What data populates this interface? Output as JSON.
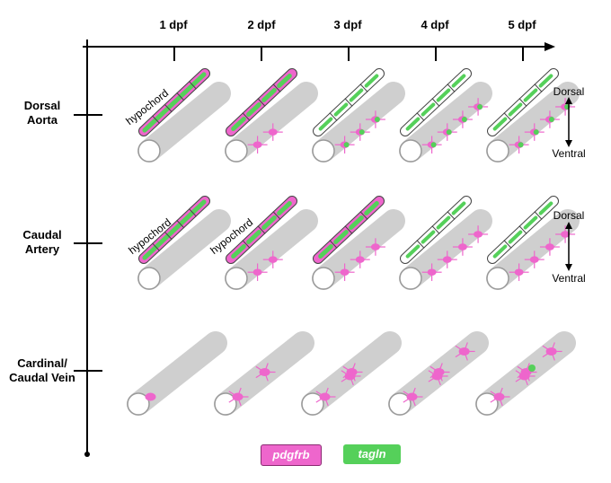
{
  "columns": [
    "1 dpf",
    "2 dpf",
    "3 dpf",
    "4 dpf",
    "5 dpf"
  ],
  "rows": [
    {
      "label": "Dorsal\nAorta"
    },
    {
      "label": "Caudal\nArtery"
    },
    {
      "label": "Cardinal/\nCaudal Vein"
    }
  ],
  "orientation": {
    "top": "Dorsal",
    "bottom": "Ventral"
  },
  "annotations": {
    "hypochord": "hypochord"
  },
  "legend": [
    {
      "label": "pdgfrb",
      "color": "#ee66cc"
    },
    {
      "label": "tagln",
      "color": "#55d05a"
    }
  ],
  "colors": {
    "vessel": "#cfcfcf",
    "pericyte": "#ee66cc",
    "smooth_muscle": "#55d05a",
    "hypochord_fill": "#ee66cc"
  }
}
